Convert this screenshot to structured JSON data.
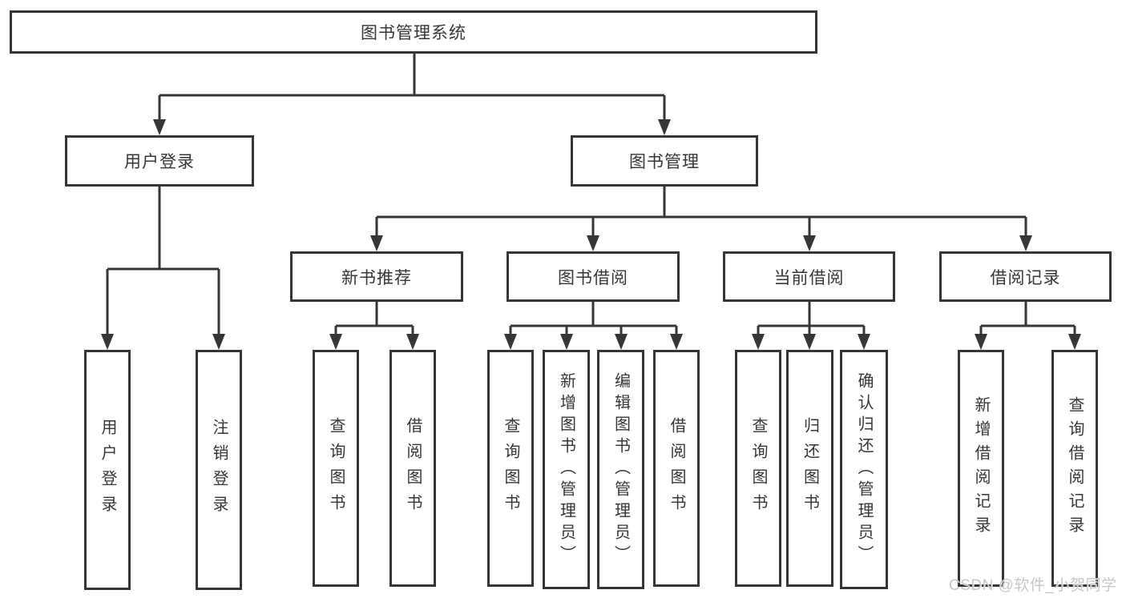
{
  "watermark": {
    "text": "CSDN @软件_小贺同学",
    "color": "#c7c7c7"
  },
  "colors": {
    "line": "#363636",
    "box_border": "#363636",
    "text": "#363636",
    "background": "#ffffff"
  },
  "tree": {
    "root": {
      "label": "图书管理系统",
      "children": {
        "user_login": {
          "label": "用户登录",
          "children": {
            "login": {
              "label": "用户登录"
            },
            "logout": {
              "label": "注销登录"
            }
          }
        },
        "book_mgmt": {
          "label": "图书管理",
          "children": {
            "new_books": {
              "label": "新书推荐",
              "children": {
                "query_books": {
                  "label": "查询图书"
                },
                "borrow_books": {
                  "label": "借阅图书"
                }
              }
            },
            "book_borrow": {
              "label": "图书借阅",
              "children": {
                "query_books": {
                  "label": "查询图书"
                },
                "add_books": {
                  "label": "新增图书（管理员）"
                },
                "edit_books": {
                  "label": "编辑图书（管理员）"
                },
                "borrow_books": {
                  "label": "借阅图书"
                }
              }
            },
            "current_borrow": {
              "label": "当前借阅",
              "children": {
                "query_books": {
                  "label": "查询图书"
                },
                "return_books": {
                  "label": "归还图书"
                },
                "confirm_return": {
                  "label": "确认归还（管理员）"
                }
              }
            },
            "borrow_records": {
              "label": "借阅记录",
              "children": {
                "add_record": {
                  "label": "新增借阅记录"
                },
                "query_record": {
                  "label": "查询借阅记录"
                }
              }
            }
          }
        }
      }
    }
  }
}
